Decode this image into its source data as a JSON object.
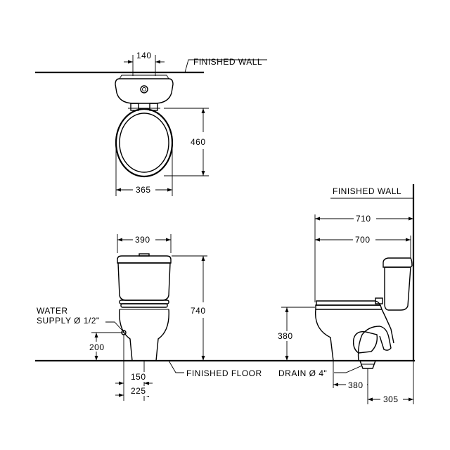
{
  "labels": {
    "finished_wall_top": "FINISHED WALL",
    "finished_wall_side": "FINISHED WALL",
    "finished_floor": "FINISHED FLOOR",
    "water_supply_line1": "WATER",
    "water_supply_line2": "SUPPLY Ø 1/2\"",
    "drain": "DRAIN Ø 4\""
  },
  "dimensions": {
    "top_inlet_width": "140",
    "top_depth": "460",
    "top_width": "365",
    "front_tank_width": "390",
    "front_height": "740",
    "front_supply_height": "200",
    "front_base_inner": "150",
    "front_base_outer": "225",
    "side_total_depth": "710",
    "side_depth": "700",
    "side_seat_height": "380",
    "side_drain_offset": "380",
    "side_wall_to_drain": "305"
  }
}
